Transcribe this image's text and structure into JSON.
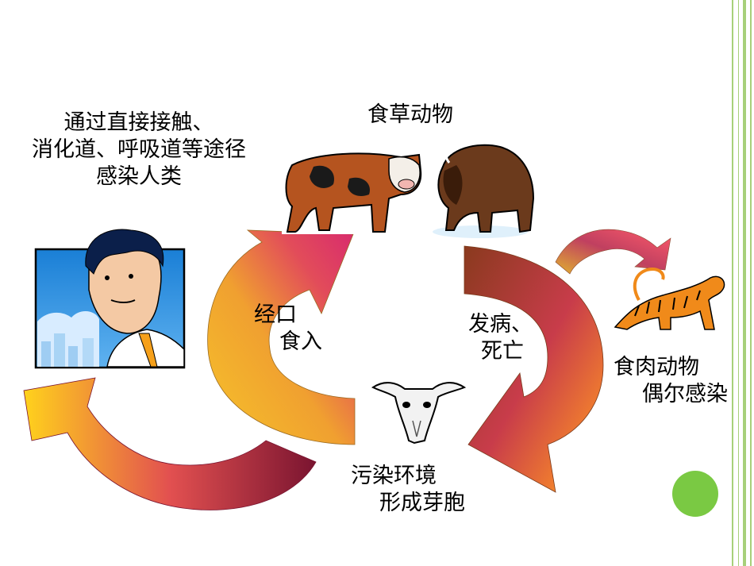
{
  "slide": {
    "labels": {
      "human_route_line1": "通过直接接触、",
      "human_route_line2": "消化道、呼吸道等途径",
      "human_route_line3": "感染人类",
      "herbivores": "食草动物",
      "oral_line1": "经口",
      "oral_line2": "食入",
      "disease_line1": "发病、",
      "disease_line2": "死亡",
      "carnivores_line1": "食肉动物",
      "carnivores_line2": "偶尔感染",
      "env_line1": "污染环境",
      "env_line2": "形成芽胞"
    },
    "icons": [
      "man-clipart-icon",
      "cow-icon",
      "bison-icon",
      "tiger-icon",
      "cattle-skull-icon"
    ],
    "colors": {
      "arrow_gradient": [
        "#ffd21c",
        "#f08a2a",
        "#c0204a",
        "#7a0c3a"
      ],
      "accent_green": "#7ac943",
      "frame_green": "#a7d07a"
    }
  }
}
